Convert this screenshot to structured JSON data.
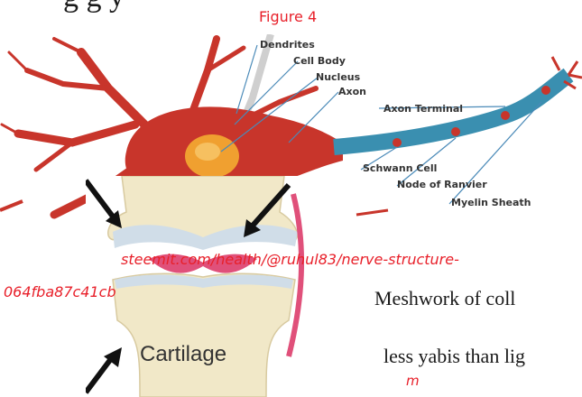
{
  "document": {
    "top_fragment": "g   g   y",
    "figure_caption": "Figure 4",
    "neuron_labels": {
      "dendrites": "Dendrites",
      "cell_body": "Cell Body",
      "nucleus": "Nucleus",
      "axon": "Axon",
      "axon_terminal": "Axon Terminal",
      "schwann_cell": "Schwann Cell",
      "node_of_ranvier": "Node of Ranvier",
      "myelin_sheath": "Myelin Sheath"
    },
    "knee_label": "Cartilage",
    "source_url_line1": "steemit.com/health/@ruhul83/nerve-structure-",
    "source_url_line2": "064fba87c41cb",
    "body_line1": "Meshwork of coll",
    "body_line2": "less yabis than lig",
    "stray_char": "m"
  },
  "colors": {
    "caption_red": "#e8202a",
    "neuron_red": "#c8352b",
    "myelin_blue": "#3a8fb0",
    "nucleus_orange": "#f0a030",
    "bone": "#f1e8c8",
    "cartilage": "#d0dde8",
    "meniscus_pink": "#e0507a"
  }
}
